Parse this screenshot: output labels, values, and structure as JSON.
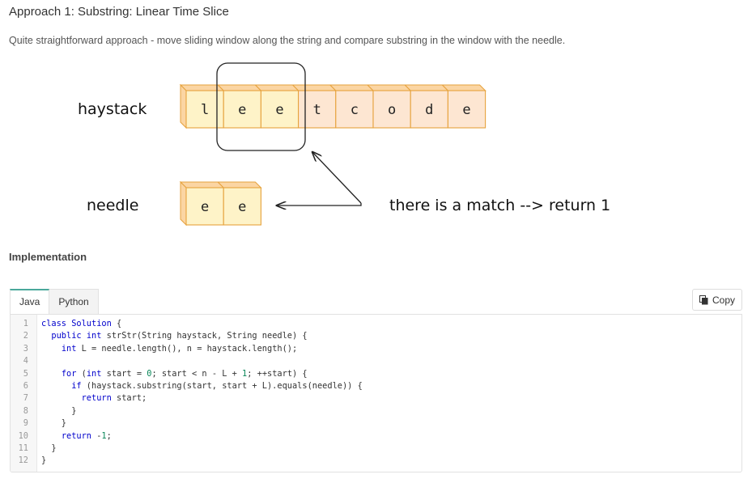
{
  "heading": "Approach 1: Substring: Linear Time Slice",
  "description": "Quite straightforward approach - move sliding window along the string and compare substring in the window with the needle.",
  "figure": {
    "haystack_label": "haystack",
    "needle_label": "needle",
    "match_text": "there is a match --> return 1",
    "haystack_chars": [
      "l",
      "e",
      "e",
      "t",
      "c",
      "o",
      "d",
      "e"
    ],
    "needle_chars": [
      "e",
      "e"
    ],
    "colors": {
      "match_cell": "#fef3c8",
      "other_cell": "#fde6d2",
      "cell_border": "#e6a23c",
      "cell_top": "#fbd5a3"
    }
  },
  "implementation_label": "Implementation",
  "tabs": [
    "Java",
    "Python"
  ],
  "copy_label": "Copy",
  "code_lines": [
    "class Solution {",
    "  public int strStr(String haystack, String needle) {",
    "    int L = needle.length(), n = haystack.length();",
    "",
    "    for (int start = 0; start < n - L + 1; ++start) {",
    "      if (haystack.substring(start, start + L).equals(needle)) {",
    "        return start;",
    "      }",
    "    }",
    "    return -1;",
    "  }",
    "}"
  ]
}
